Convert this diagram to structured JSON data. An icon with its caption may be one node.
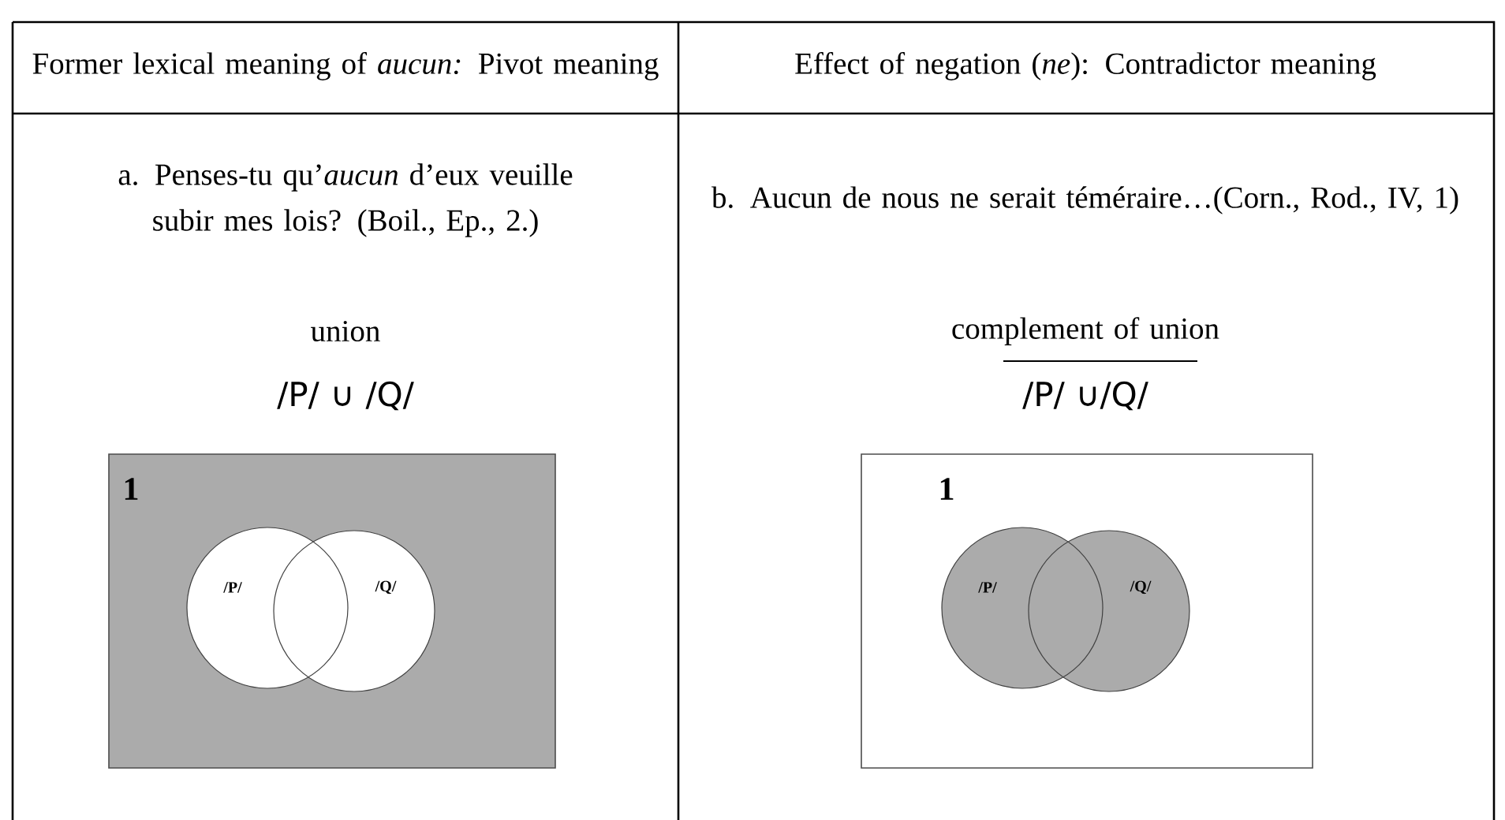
{
  "diagram": {
    "nodes": [
      {
        "text": [
          "1"
        ]
      },
      {
        "text": [
          "/P/"
        ],
        "in": 0
      },
      {
        "text": [
          "/Q/"
        ],
        "in": 0
      },
      {
        "text": [
          "1"
        ]
      },
      {
        "text": [
          "/P/"
        ],
        "in": 3
      },
      {
        "text": [
          "/Q/"
        ],
        "in": 3
      }
    ],
    "labels": [
      "Former lexical meaning of *aucun:* Pivot meaning",
      "Effect of negation (*ne*): Contradictor meaning",
      "a. Penses-tu qu’*aucun* d’eux veuille subir mes lois? (Boil., Ep., 2.)",
      "b. Aucun de nous ne serait téméraire…(Corn., Rod., IV, 1)",
      "union",
      "complement of union",
      "/P/ ∪ /Q/",
      "/P/ ∪/Q/"
    ]
  }
}
